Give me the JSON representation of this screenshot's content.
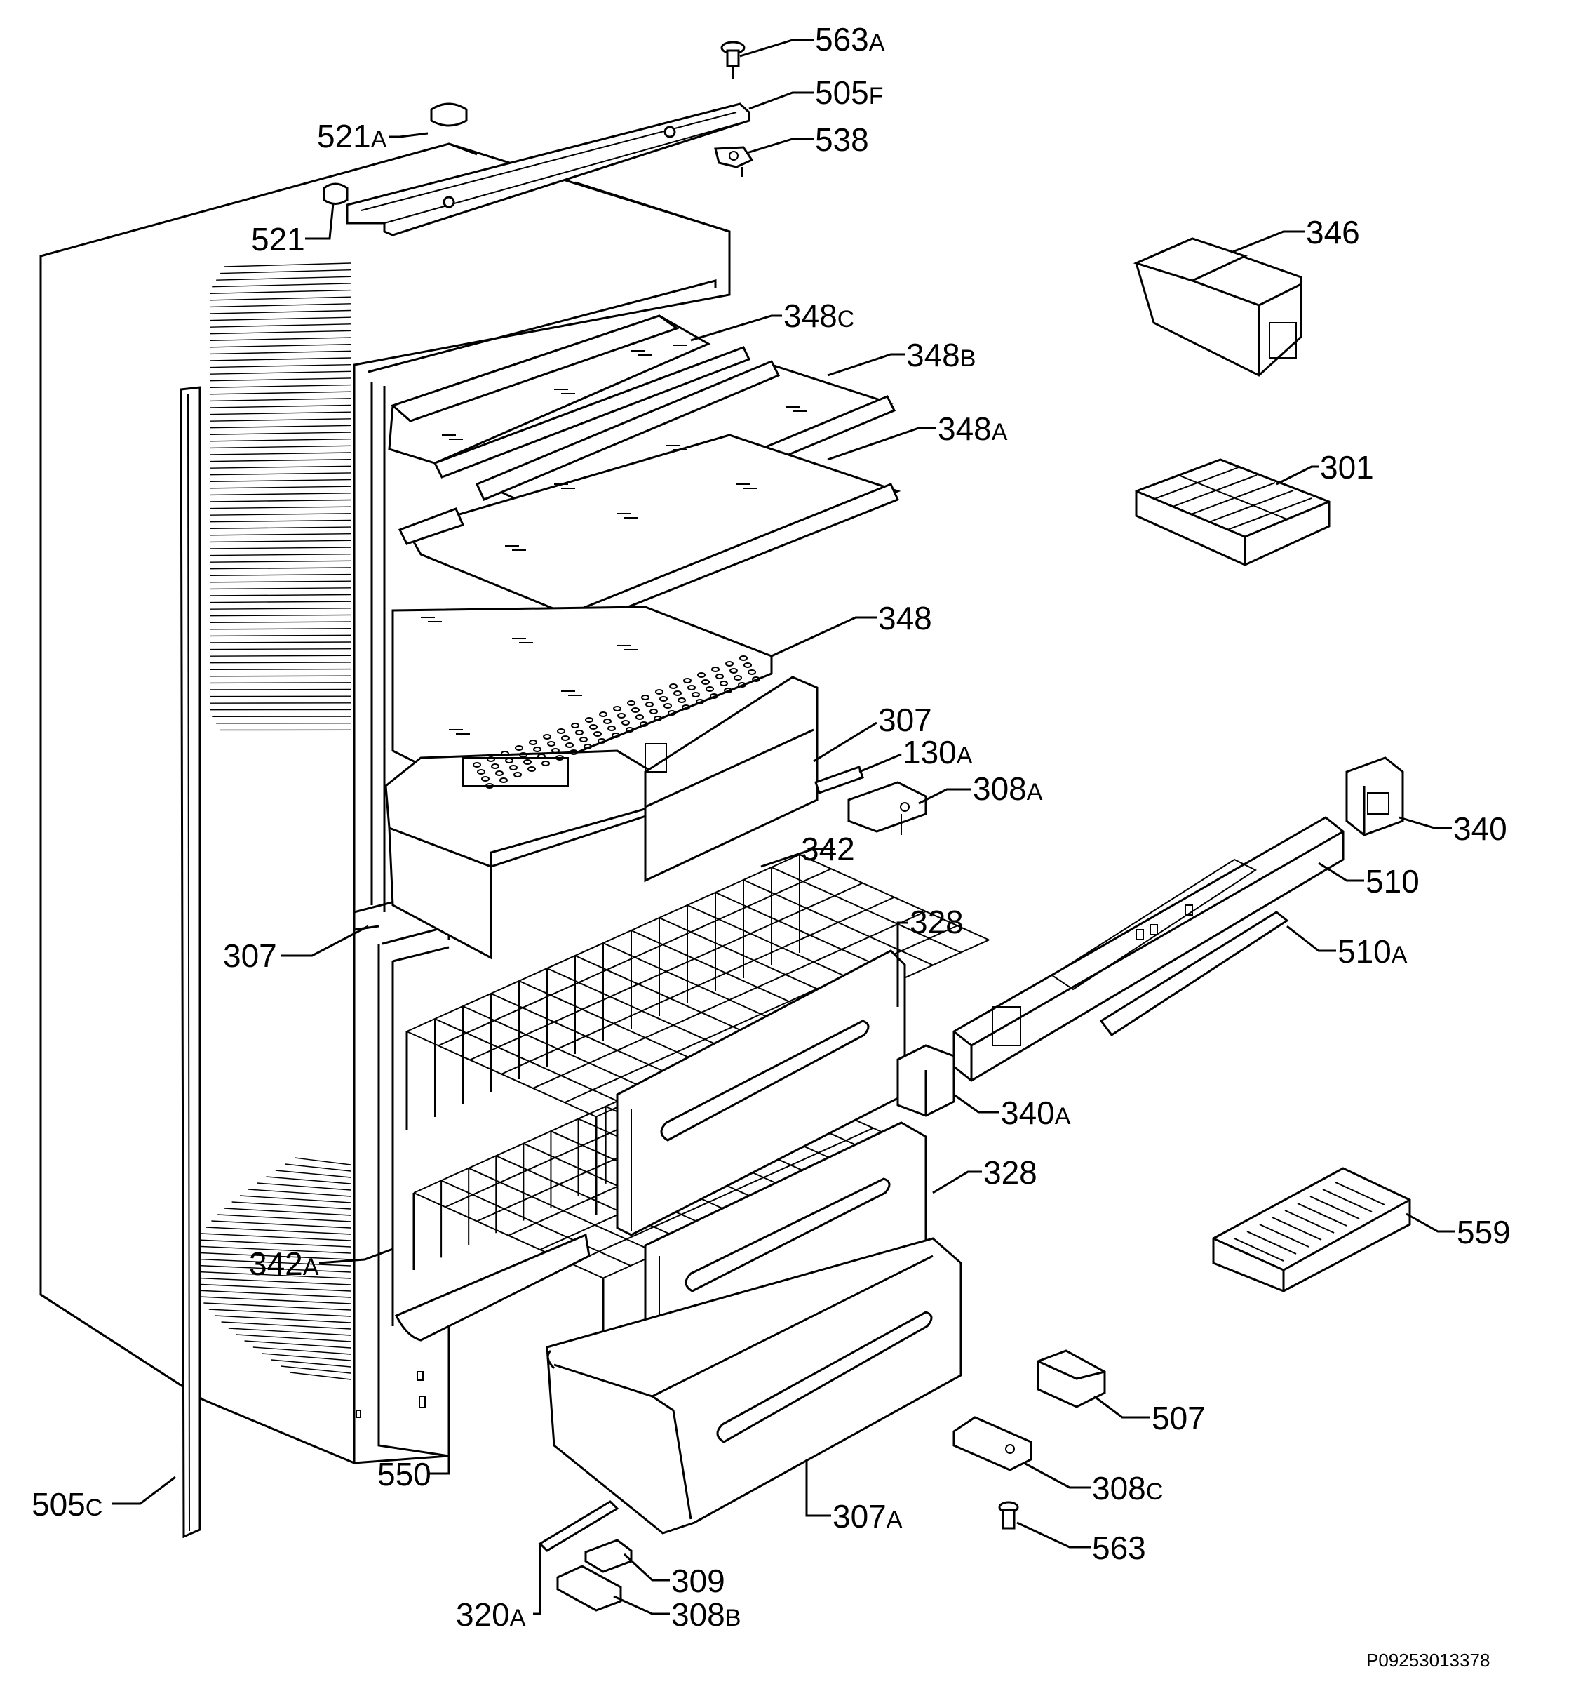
{
  "labels": [
    {
      "id": "l563a",
      "num": "563",
      "suffix": "A"
    },
    {
      "id": "l505f",
      "num": "505",
      "suffix": "F"
    },
    {
      "id": "l521a",
      "num": "521",
      "suffix": "A"
    },
    {
      "id": "l538",
      "num": "538",
      "suffix": ""
    },
    {
      "id": "l521",
      "num": "521",
      "suffix": ""
    },
    {
      "id": "l346",
      "num": "346",
      "suffix": ""
    },
    {
      "id": "l348c",
      "num": "348",
      "suffix": "C"
    },
    {
      "id": "l348b",
      "num": "348",
      "suffix": "B"
    },
    {
      "id": "l348a",
      "num": "348",
      "suffix": "A"
    },
    {
      "id": "l301",
      "num": "301",
      "suffix": ""
    },
    {
      "id": "l348",
      "num": "348",
      "suffix": ""
    },
    {
      "id": "l307t",
      "num": "307",
      "suffix": ""
    },
    {
      "id": "l130a",
      "num": "130",
      "suffix": "A"
    },
    {
      "id": "l308a",
      "num": "308",
      "suffix": "A"
    },
    {
      "id": "l340",
      "num": "340",
      "suffix": ""
    },
    {
      "id": "l342",
      "num": "342",
      "suffix": ""
    },
    {
      "id": "l510",
      "num": "510",
      "suffix": ""
    },
    {
      "id": "l307l",
      "num": "307",
      "suffix": ""
    },
    {
      "id": "l328t",
      "num": "328",
      "suffix": ""
    },
    {
      "id": "l510a",
      "num": "510",
      "suffix": "A"
    },
    {
      "id": "l340a",
      "num": "340",
      "suffix": "A"
    },
    {
      "id": "l328b",
      "num": "328",
      "suffix": ""
    },
    {
      "id": "l559",
      "num": "559",
      "suffix": ""
    },
    {
      "id": "l342a",
      "num": "342",
      "suffix": "A"
    },
    {
      "id": "l507",
      "num": "507",
      "suffix": ""
    },
    {
      "id": "l550",
      "num": "550",
      "suffix": ""
    },
    {
      "id": "l308c",
      "num": "308",
      "suffix": "C"
    },
    {
      "id": "l505c",
      "num": "505",
      "suffix": "C"
    },
    {
      "id": "l307a",
      "num": "307",
      "suffix": "A"
    },
    {
      "id": "l563",
      "num": "563",
      "suffix": ""
    },
    {
      "id": "l309",
      "num": "309",
      "suffix": ""
    },
    {
      "id": "l320a",
      "num": "320",
      "suffix": "A"
    },
    {
      "id": "l308b",
      "num": "308",
      "suffix": "B"
    }
  ],
  "reference_code": "P09253013378"
}
